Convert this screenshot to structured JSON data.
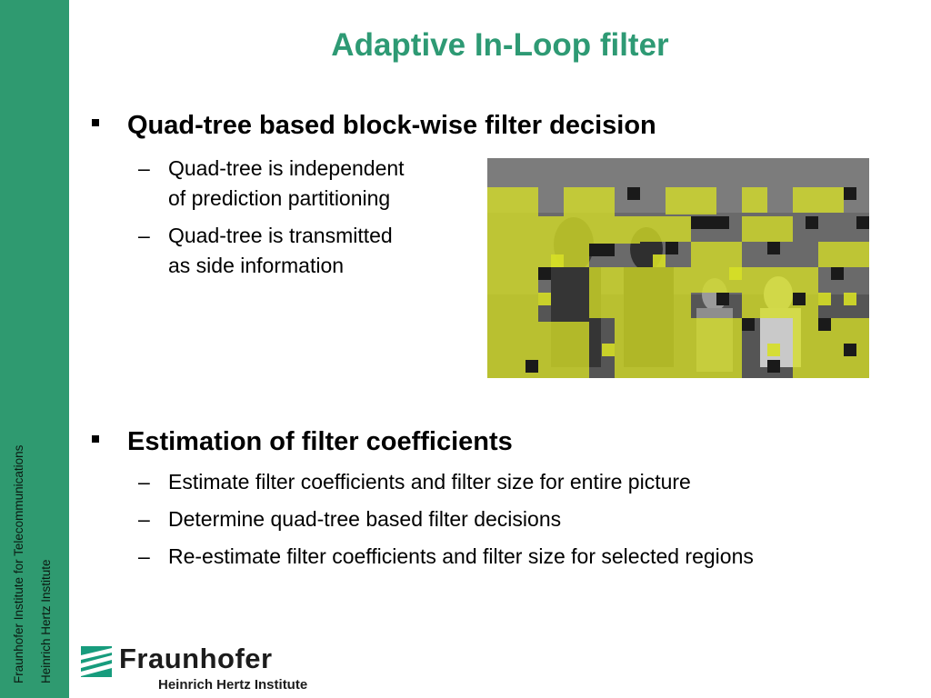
{
  "sidebar": {
    "line1": "Fraunhofer Institute for Telecommunications",
    "line2": "Heinrich Hertz Institute"
  },
  "title": "Adaptive In-Loop filter",
  "sections": [
    {
      "heading": "Quad-tree based block-wise filter decision",
      "items": [
        {
          "line1": "Quad-tree is independent",
          "line2": "of prediction partitioning"
        },
        {
          "line1": "Quad-tree is transmitted",
          "line2": "as side information"
        }
      ]
    },
    {
      "heading": "Estimation of filter coefficients",
      "items": [
        {
          "line1": "Estimate filter coefficients and filter size for entire picture"
        },
        {
          "line1": "Determine quad-tree based filter decisions"
        },
        {
          "line1": "Re-estimate filter coefficients and filter size for selected regions"
        }
      ]
    }
  ],
  "bullet_glyph": "–",
  "logo": {
    "name": "Fraunhofer",
    "subtitle": "Heinrich Hertz Institute",
    "color": "#179c7d"
  },
  "colors": {
    "sidebar": "#2f9a70",
    "title": "#2e9a74",
    "filter_overlay": "#d6df26"
  }
}
